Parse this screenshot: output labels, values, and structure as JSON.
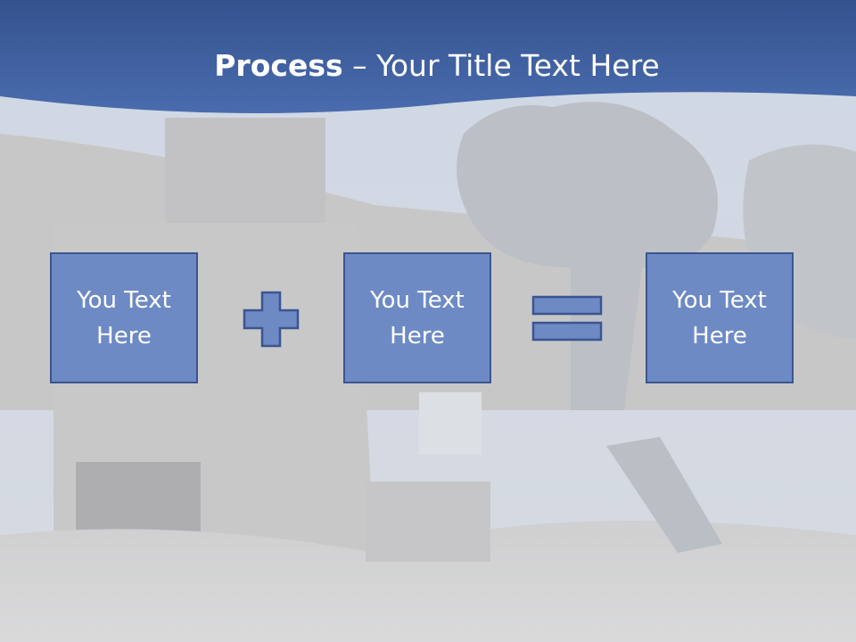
{
  "slide": {
    "title_bold": "Process",
    "title_rest": " – Your Title Text Here",
    "boxes": [
      {
        "text": "You Text Here"
      },
      {
        "text": "You Text Here"
      },
      {
        "text": "You Text Here"
      }
    ],
    "operators": {
      "first": "plus-icon",
      "second": "equals-icon"
    },
    "colors": {
      "header_blue": "#3e5f9e",
      "box_fill": "#6d8ac4",
      "box_border": "#3b5590",
      "title_text": "#ffffff"
    }
  }
}
